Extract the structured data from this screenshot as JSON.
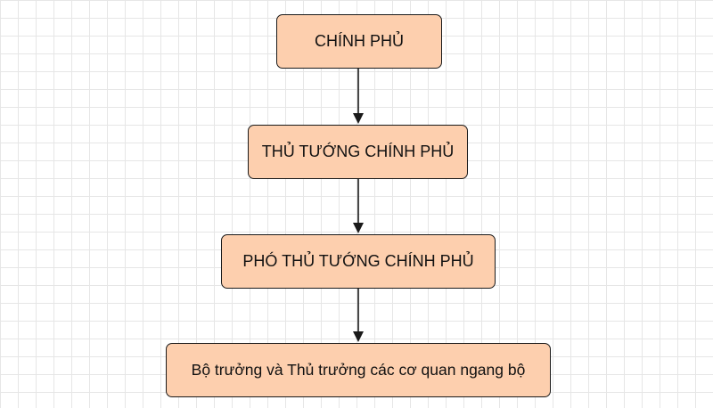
{
  "diagram": {
    "node_fill": "#fdcfae",
    "stroke_color": "#1a1a1a",
    "nodes": [
      {
        "id": "n1",
        "label": "CHÍNH PHỦ"
      },
      {
        "id": "n2",
        "label": "THỦ TƯỚNG CHÍNH PHỦ"
      },
      {
        "id": "n3",
        "label": "PHÓ THỦ TƯỚNG CHÍNH PHỦ"
      },
      {
        "id": "n4",
        "label": "Bộ trưởng và Thủ trưởng các cơ quan ngang bộ"
      }
    ],
    "edges": [
      {
        "from": "n1",
        "to": "n2"
      },
      {
        "from": "n2",
        "to": "n3"
      },
      {
        "from": "n3",
        "to": "n4"
      }
    ]
  }
}
